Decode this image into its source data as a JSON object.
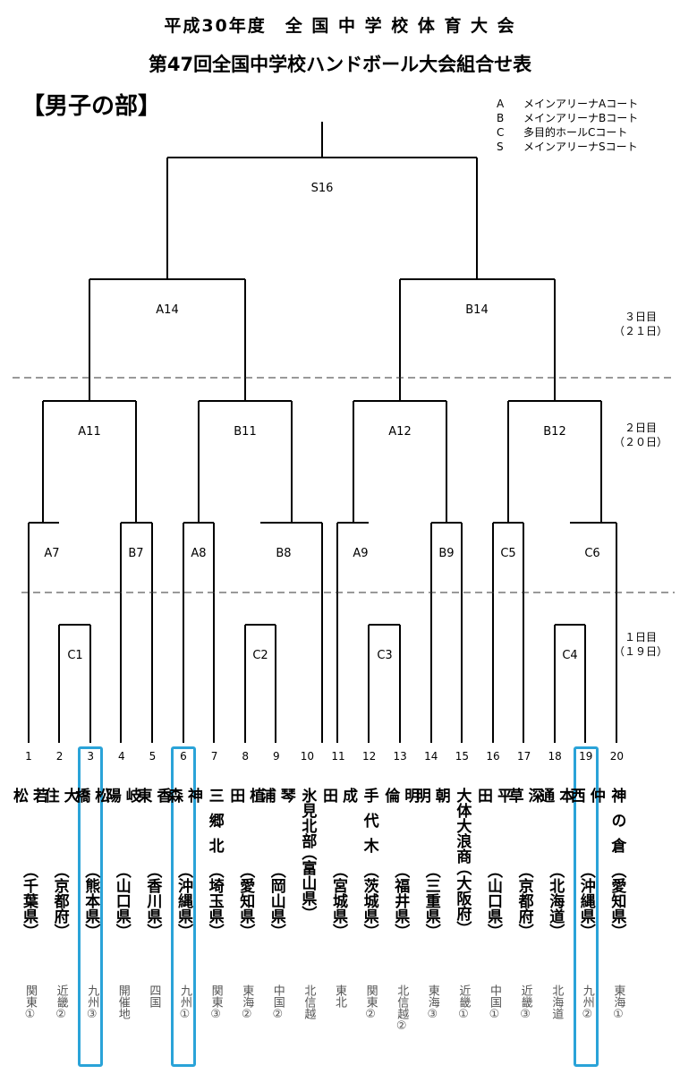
{
  "header": {
    "title_line1": "平成30年度　全 国 中 学 校 体 育 大 会",
    "title_line2": "第47回全国中学校ハンドボール大会組合せ表",
    "section": "【男子の部】"
  },
  "legend": [
    {
      "key": "A",
      "label": "メインアリーナAコート"
    },
    {
      "key": "B",
      "label": "メインアリーナBコート"
    },
    {
      "key": "C",
      "label": "多目的ホールCコート"
    },
    {
      "key": "S",
      "label": "メインアリーナSコート"
    }
  ],
  "days": [
    {
      "label": "３日目",
      "date": "（２１日）"
    },
    {
      "label": "２日目",
      "date": "（２０日）"
    },
    {
      "label": "１日目",
      "date": "（１９日）"
    }
  ],
  "matches": {
    "final": "S16",
    "semi": [
      "A14",
      "B14"
    ],
    "quarter": [
      "A11",
      "B11",
      "A12",
      "B12"
    ],
    "round2": [
      "A7",
      "B7",
      "A8",
      "B8",
      "A9",
      "B9",
      "C5",
      "C6"
    ],
    "round1": [
      "C1",
      "C2",
      "C3",
      "C4"
    ]
  },
  "teams": [
    {
      "no": "1",
      "school": "若松",
      "pref": "（千葉県）",
      "region": "関東①",
      "highlight": false
    },
    {
      "no": "2",
      "school": "大住",
      "pref": "（京都府）",
      "region": "近畿②",
      "highlight": false
    },
    {
      "no": "3",
      "school": "松橋",
      "pref": "（熊本県）",
      "region": "九州③",
      "highlight": true
    },
    {
      "no": "4",
      "school": "岐陽",
      "pref": "（山口県）",
      "region": "開催地",
      "highlight": false
    },
    {
      "no": "5",
      "school": "香東",
      "pref": "（香川県）",
      "region": "四国",
      "highlight": false
    },
    {
      "no": "6",
      "school": "神森",
      "pref": "（沖縄県）",
      "region": "九州①",
      "highlight": true
    },
    {
      "no": "7",
      "school": "三郷北",
      "pref": "（埼玉県）",
      "region": "関東③",
      "highlight": false
    },
    {
      "no": "8",
      "school": "植田",
      "pref": "（愛知県）",
      "region": "東海②",
      "highlight": false
    },
    {
      "no": "9",
      "school": "琴浦",
      "pref": "（岡山県）",
      "region": "中国②",
      "highlight": false
    },
    {
      "no": "10",
      "school": "氷見北部",
      "pref": "（富山県）",
      "region": "北信越",
      "highlight": false
    },
    {
      "no": "11",
      "school": "成田",
      "pref": "（宮城県）",
      "region": "東北",
      "highlight": false
    },
    {
      "no": "12",
      "school": "手代木",
      "pref": "（茨城県）",
      "region": "関東②",
      "highlight": false
    },
    {
      "no": "13",
      "school": "明倫",
      "pref": "（福井県）",
      "region": "北信越②",
      "highlight": false
    },
    {
      "no": "14",
      "school": "朝明",
      "pref": "（三重県）",
      "region": "東海③",
      "highlight": false
    },
    {
      "no": "15",
      "school": "大体大浪商",
      "pref": "（大阪府）",
      "region": "近畿①",
      "highlight": false
    },
    {
      "no": "16",
      "school": "平田",
      "pref": "（山口県）",
      "region": "中国①",
      "highlight": false
    },
    {
      "no": "17",
      "school": "深草",
      "pref": "（京都府）",
      "region": "近畿③",
      "highlight": false
    },
    {
      "no": "18",
      "school": "本通",
      "pref": "（北海道）",
      "region": "北海道",
      "highlight": false
    },
    {
      "no": "19",
      "school": "仲西",
      "pref": "（沖縄県）",
      "region": "九州②",
      "highlight": true
    },
    {
      "no": "20",
      "school": "神の倉",
      "pref": "（愛知県）",
      "region": "東海①",
      "highlight": false
    }
  ]
}
